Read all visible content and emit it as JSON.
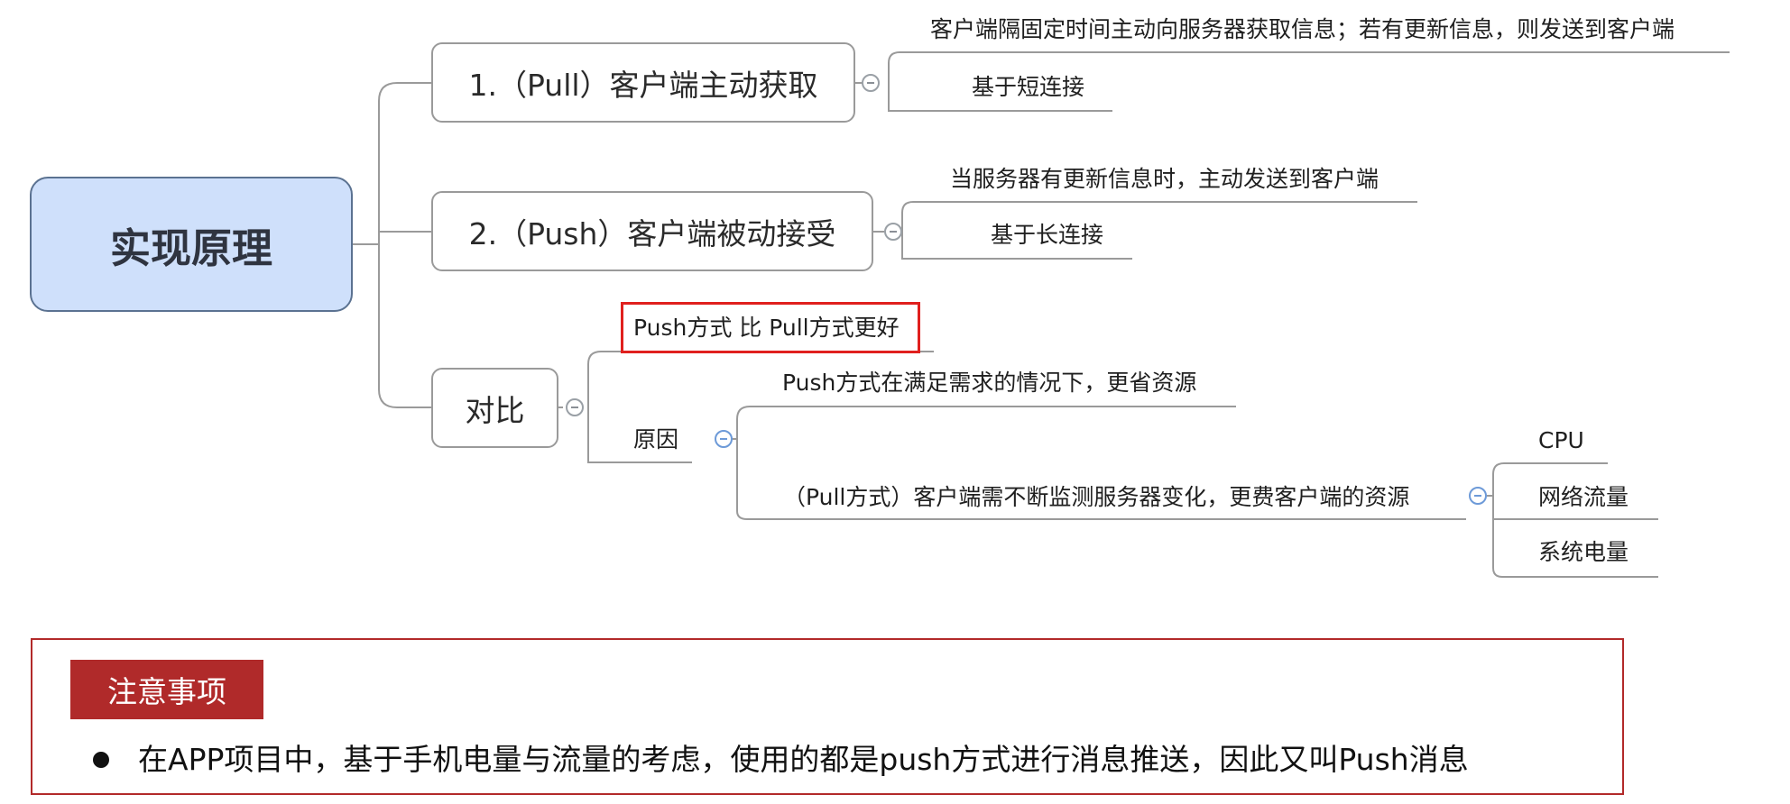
{
  "mindmap": {
    "root": "实现原理",
    "pull": {
      "title": "1.（Pull）客户端主动获取",
      "detail": "客户端隔固定时间主动向服务器获取信息；若有更新信息，则发送到客户端",
      "connection": "基于短连接"
    },
    "push": {
      "title": "2.（Push）客户端被动接受",
      "detail": "当服务器有更新信息时，主动发送到客户端",
      "connection": "基于长连接"
    },
    "compare": {
      "title": "对比",
      "conclusion": "Push方式 比 Pull方式更好",
      "reason_label": "原因",
      "reason_push": "Push方式在满足需求的情况下，更省资源",
      "reason_pull": "（Pull方式）客户端需不断监测服务器变化，更费客户端的资源",
      "resources": [
        "CPU",
        "网络流量",
        "系统电量"
      ]
    }
  },
  "note": {
    "title": "注意事项",
    "text": "在APP项目中，基于手机电量与流量的考虑，使用的都是push方式进行消息推送，因此又叫Push消息"
  },
  "colors": {
    "root_fill": "#cfe0fb",
    "connector": "#9a9a9a",
    "highlight": "#e0201e",
    "note_accent": "#b02a2a"
  }
}
